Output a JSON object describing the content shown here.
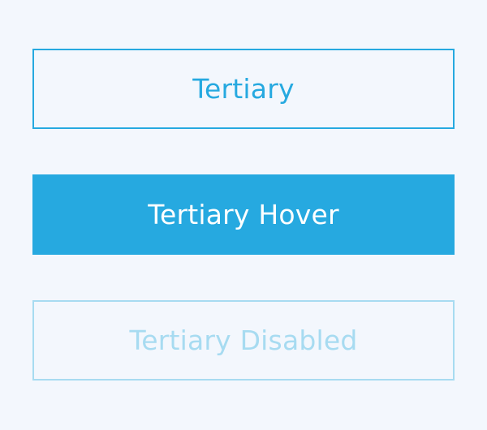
{
  "buttons": {
    "tertiary": {
      "label": "Tertiary"
    },
    "tertiary_hover": {
      "label": "Tertiary Hover"
    },
    "tertiary_disabled": {
      "label": "Tertiary Disabled"
    }
  },
  "colors": {
    "background": "#f3f7fd",
    "accent": "#26a9e0",
    "hover_text": "#ffffff",
    "disabled": "#a7dbf1"
  }
}
